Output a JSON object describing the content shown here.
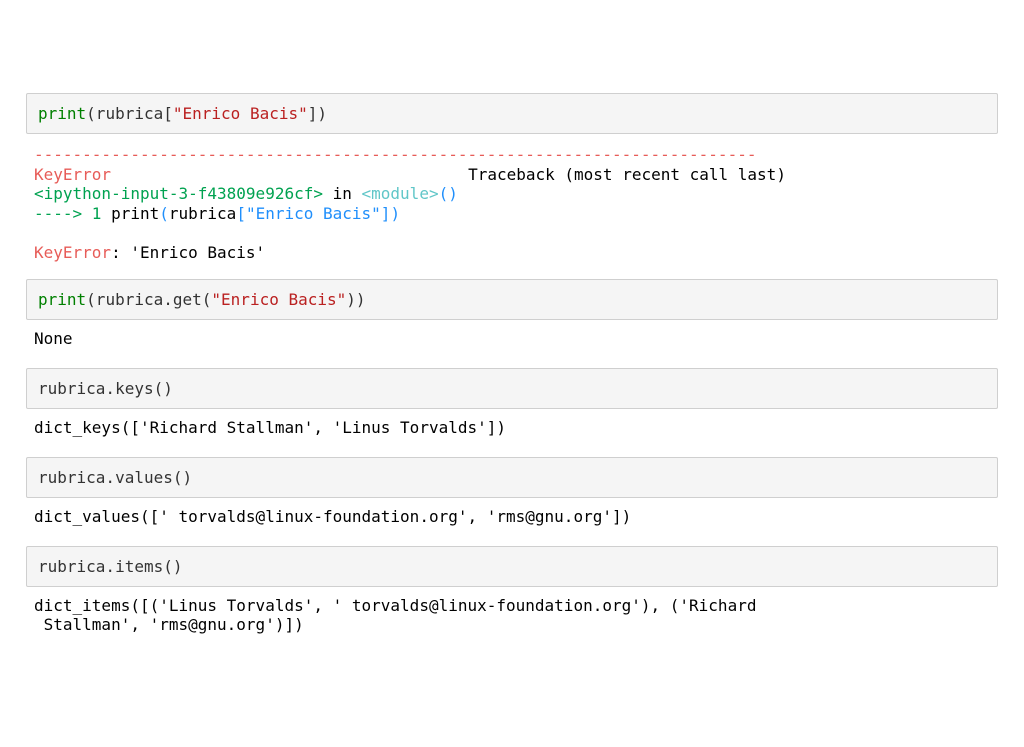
{
  "cells": [
    {
      "input": {
        "func": "print",
        "open": "(rubrica[",
        "string": "\"Enrico Bacis\"",
        "close": "])"
      },
      "traceback": {
        "dashes": "---------------------------------------------------------------------------",
        "error_name": "KeyError",
        "traceback_label": "Traceback (most recent call last)",
        "location_file": "<ipython-input-3-f43809e926cf>",
        "location_in": " in ",
        "location_module": "<module>",
        "location_parens": "()",
        "arrow": "----> 1 ",
        "code_print": "print",
        "code_paren": "(",
        "code_var": "rubrica",
        "code_rest": "[\"Enrico Bacis\"])",
        "final_error_name": "KeyError",
        "final_message": ": 'Enrico Bacis'"
      }
    },
    {
      "input": {
        "func": "print",
        "open": "(rubrica.get(",
        "string": "\"Enrico Bacis\"",
        "close": "))"
      },
      "output": "None"
    },
    {
      "input_text": "rubrica.keys()",
      "output": "dict_keys(['Richard Stallman', 'Linus Torvalds'])"
    },
    {
      "input_text": "rubrica.values()",
      "output": "dict_values([' torvalds@linux-foundation.org', 'rms@gnu.org'])"
    },
    {
      "input_text": "rubrica.items()",
      "output_line1": "dict_items([('Linus Torvalds', ' torvalds@linux-foundation.org'), ('Richard",
      "output_line2": " Stallman', 'rms@gnu.org')])"
    }
  ]
}
